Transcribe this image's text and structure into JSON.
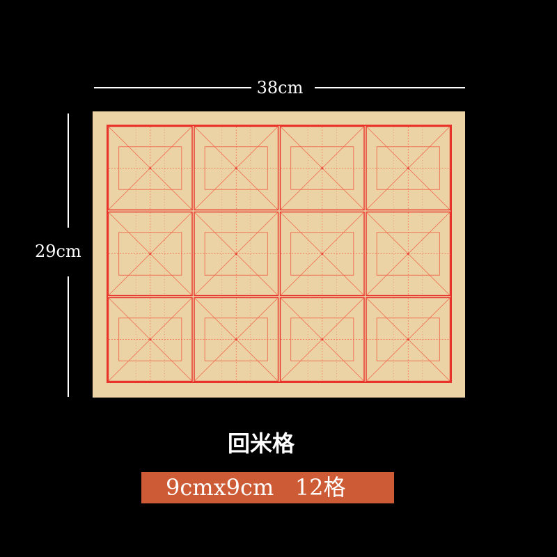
{
  "dimensions": {
    "width_label": "38cm",
    "height_label": "29cm"
  },
  "sheet": {
    "grid_style_label": "回米格",
    "cell_size_label": "9cmx9cm",
    "cell_count_label": "12格",
    "rows": 3,
    "columns": 4
  },
  "colors": {
    "background": "#000000",
    "paper": "#ecd3a6",
    "grid_line": "#e8332a",
    "guide_line": "#ef6a4e",
    "banner": "#cd5b36",
    "text": "#ffffff"
  }
}
